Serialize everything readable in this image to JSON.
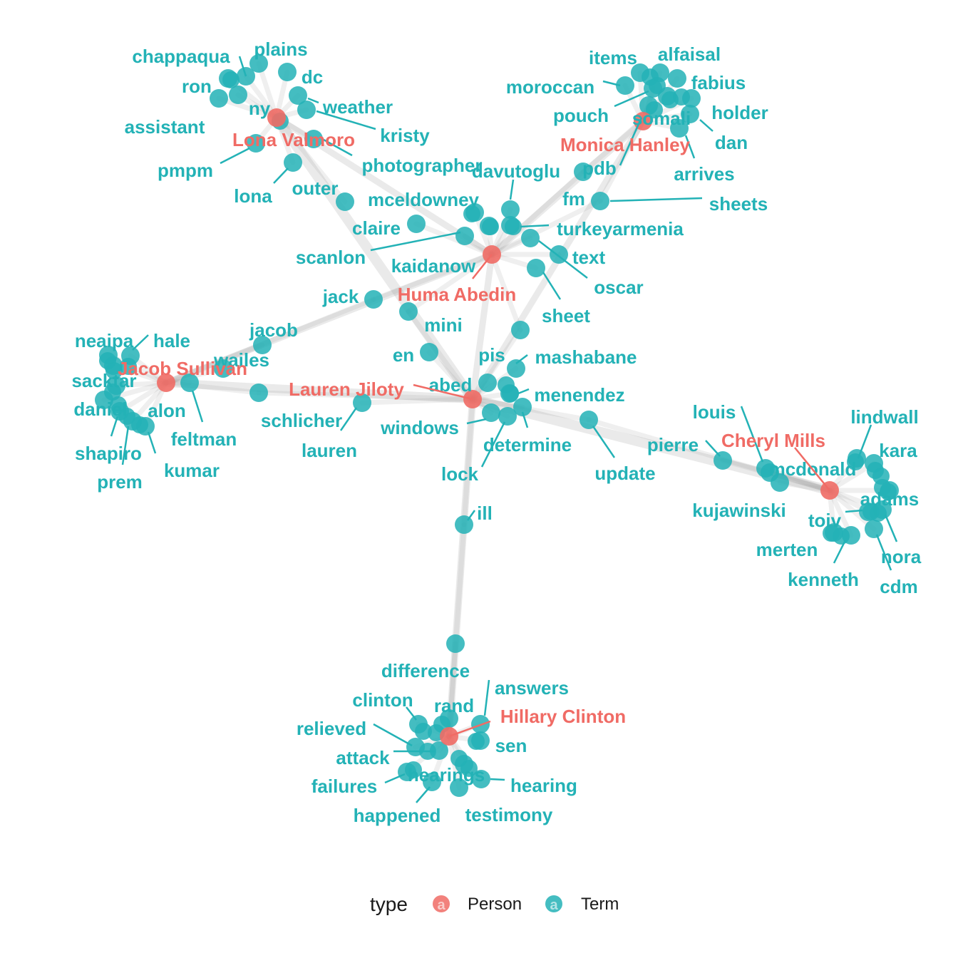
{
  "colors": {
    "person": "#F06B65",
    "term": "#23B2B6",
    "edge": "#9e9e9e"
  },
  "legend": {
    "title": "type",
    "person_label": "Person",
    "term_label": "Term",
    "key_glyph": "a"
  },
  "persons": [
    "Lona Valmoro",
    "Monica Hanley",
    "Huma Abedin",
    "Jacob Sullivan",
    "Lauren Jiloty",
    "Cheryl Mills",
    "Hillary Clinton"
  ],
  "terms": [
    "chappaqua",
    "plains",
    "ron",
    "dc",
    "assistant",
    "ny",
    "weather",
    "kristy",
    "photographer",
    "pmpm",
    "lona",
    "outer",
    "items",
    "alfaisal",
    "moroccan",
    "fabius",
    "pouch",
    "holder",
    "somali",
    "dan",
    "pdb",
    "arrives",
    "sheets",
    "davutoglu",
    "fm",
    "mceldowney",
    "claire",
    "turkeyarmenia",
    "scanlon",
    "text",
    "kaidanow",
    "oscar",
    "sheet",
    "jack",
    "mini",
    "jacob",
    "en",
    "pis",
    "mashabane",
    "neaipa",
    "hale",
    "wailes",
    "sacktar",
    "alon",
    "daniel",
    "feltman",
    "shapiro",
    "kumar",
    "prem",
    "schlicher",
    "lauren",
    "abed",
    "menendez",
    "windows",
    "determine",
    "lock",
    "update",
    "louis",
    "lindwall",
    "pierre",
    "kara",
    "mcdonald",
    "adams",
    "kujawinski",
    "toiv",
    "merten",
    "nora",
    "kenneth",
    "cdm",
    "ill",
    "difference",
    "answers",
    "clinton",
    "rand",
    "relieved",
    "sen",
    "attack",
    "hearings",
    "failures",
    "hearing",
    "happened",
    "testimony"
  ],
  "edges": [
    [
      "Lona Valmoro",
      "Huma Abedin"
    ],
    [
      "Lona Valmoro",
      "Lauren Jiloty"
    ],
    [
      "Monica Hanley",
      "Huma Abedin"
    ],
    [
      "Monica Hanley",
      "Lauren Jiloty"
    ],
    [
      "Huma Abedin",
      "Jacob Sullivan"
    ],
    [
      "Huma Abedin",
      "Lauren Jiloty"
    ],
    [
      "Jacob Sullivan",
      "Lauren Jiloty"
    ],
    [
      "Lauren Jiloty",
      "Cheryl Mills"
    ],
    [
      "Lauren Jiloty",
      "Hillary Clinton"
    ]
  ]
}
